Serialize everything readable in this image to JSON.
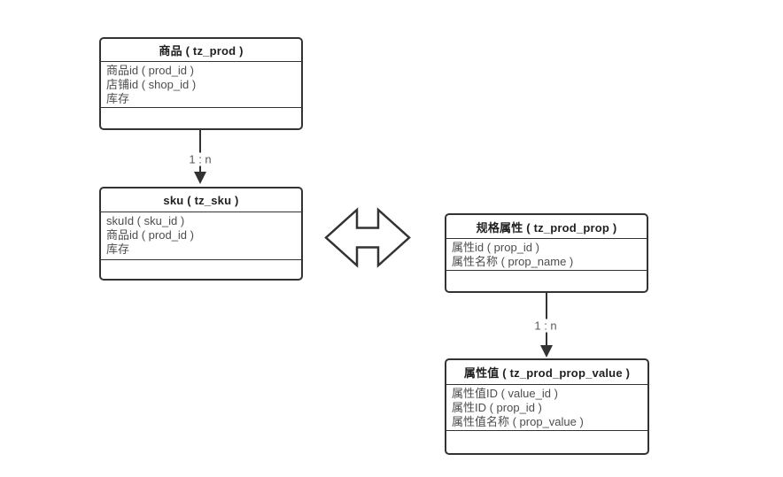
{
  "diagram": {
    "background": "#ffffff",
    "border_color": "#333333",
    "title_color": "#1f1f1f",
    "text_color": "#4d4d4d",
    "label_color": "#595959",
    "entities": [
      {
        "id": "prod",
        "title": "商品 ( tz_prod )",
        "fields": [
          "商品id ( prod_id )",
          "店铺id ( shop_id )",
          "库存"
        ]
      },
      {
        "id": "sku",
        "title": "sku ( tz_sku )",
        "fields": [
          "skuId ( sku_id )",
          "商品id ( prod_id )",
          "库存"
        ]
      },
      {
        "id": "prod_prop",
        "title": "规格属性 ( tz_prod_prop )",
        "fields": [
          "属性id ( prop_id )",
          "属性名称 ( prop_name )"
        ]
      },
      {
        "id": "prod_prop_value",
        "title": "属性值 ( tz_prod_prop_value )",
        "fields": [
          "属性值ID ( value_id )",
          "属性ID ( prop_id )",
          "属性值名称 ( prop_value )"
        ]
      }
    ],
    "connectors": [
      {
        "from": "prod",
        "to": "sku",
        "label": "1 : n"
      },
      {
        "from": "prod_prop",
        "to": "prod_prop_value",
        "label": "1 : n"
      }
    ],
    "relation_arrow": "double-headed"
  }
}
